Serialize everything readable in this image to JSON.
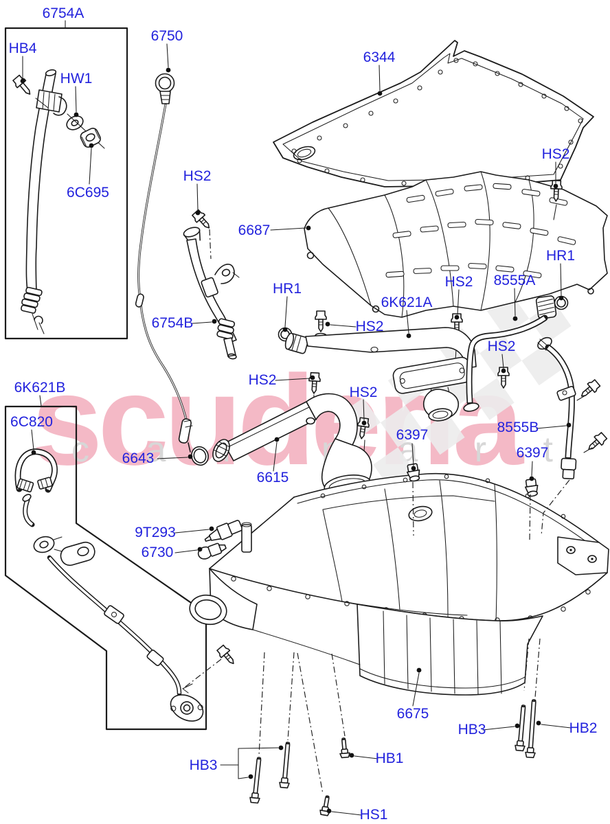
{
  "diagram": {
    "labels": [
      {
        "id": "6754A",
        "text": "6754A"
      },
      {
        "id": "HB4",
        "text": "HB4"
      },
      {
        "id": "HW1",
        "text": "HW1"
      },
      {
        "id": "6750",
        "text": "6750"
      },
      {
        "id": "6C695",
        "text": "6C695"
      },
      {
        "id": "6344",
        "text": "6344"
      },
      {
        "id": "HS2-top-right",
        "text": "HS2"
      },
      {
        "id": "HS2-windage-left",
        "text": "HS2"
      },
      {
        "id": "6687",
        "text": "6687"
      },
      {
        "id": "HR1-mid",
        "text": "HR1"
      },
      {
        "id": "6K621A",
        "text": "6K621A"
      },
      {
        "id": "HS2-mid-right",
        "text": "HS2"
      },
      {
        "id": "8555A",
        "text": "8555A"
      },
      {
        "id": "HR1-right",
        "text": "HR1"
      },
      {
        "id": "HS2-pickup",
        "text": "HS2"
      },
      {
        "id": "HS2-8555b",
        "text": "HS2"
      },
      {
        "id": "HS2-6615-left",
        "text": "HS2"
      },
      {
        "id": "HS2-6615-right",
        "text": "HS2"
      },
      {
        "id": "6754B",
        "text": "6754B"
      },
      {
        "id": "6K621B",
        "text": "6K621B"
      },
      {
        "id": "6C820",
        "text": "6C820"
      },
      {
        "id": "6643",
        "text": "6643"
      },
      {
        "id": "6615",
        "text": "6615"
      },
      {
        "id": "6397-left",
        "text": "6397"
      },
      {
        "id": "8555B",
        "text": "8555B"
      },
      {
        "id": "6397-right",
        "text": "6397"
      },
      {
        "id": "9T293",
        "text": "9T293"
      },
      {
        "id": "6730",
        "text": "6730"
      },
      {
        "id": "6675",
        "text": "6675"
      },
      {
        "id": "HB3-bottom-left",
        "text": "HB3"
      },
      {
        "id": "HB1",
        "text": "HB1"
      },
      {
        "id": "HS1",
        "text": "HS1"
      },
      {
        "id": "HB3-bottom-right",
        "text": "HB3"
      },
      {
        "id": "HB2",
        "text": "HB2"
      }
    ],
    "watermark": {
      "brand": "scuderia",
      "tagline_car": "c a r",
      "tagline_parts": "p a r t s"
    },
    "colors": {
      "label_link_blue": "#2222DD",
      "line_black": "#1B1B1B",
      "watermark_pink": "#F4B9C6",
      "watermark_gray": "#D7D7D7",
      "checker_gray": "#ECECEC",
      "background": "#FFFFFF"
    }
  }
}
